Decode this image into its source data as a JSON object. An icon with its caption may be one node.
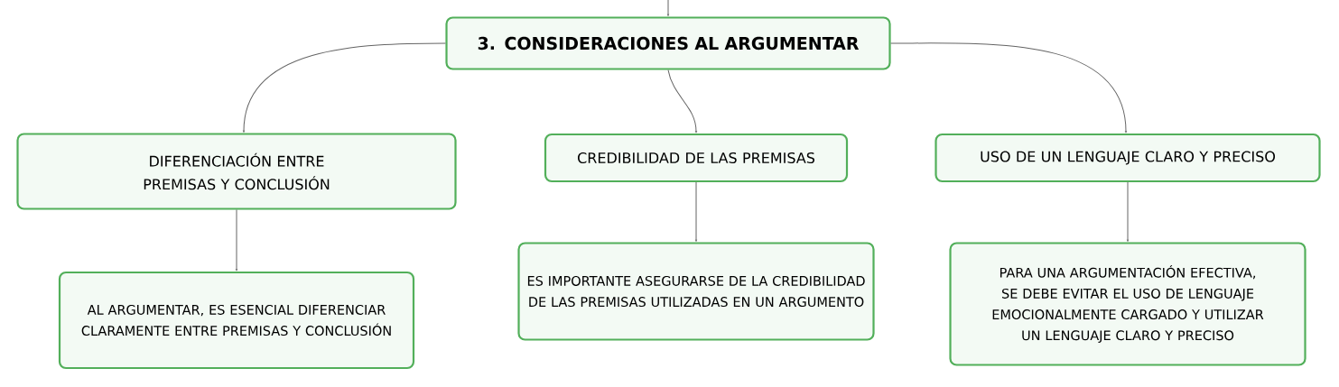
{
  "diagram": {
    "nodes": [
      {
        "text": [
          "3. CONSIDERACIONES AL ARGUMENTAR"
        ]
      },
      {
        "text": [
          "DIFERENCIACIÓN ENTRE PREMISAS Y CONCLUSIÓN"
        ]
      },
      {
        "text": [
          "CREDIBILIDAD DE LAS PREMISAS"
        ]
      },
      {
        "text": [
          "USO DE UN LENGUAJE CLARO Y PRECISO"
        ]
      },
      {
        "text": [
          "AL ARGUMENTAR, ES ESENCIAL DIFERENCIAR CLARAMENTE ENTRE PREMISAS Y CONCLUSIÓN"
        ]
      },
      {
        "text": [
          "ES IMPORTANTE ASEGURARSE DE LA CREDIBILIDAD DE LAS PREMISAS UTILIZADAS EN UN ARGUMENTO"
        ]
      },
      {
        "text": [
          "PARA UNA ARGUMENTACIÓN EFECTIVA, SE DEBE EVITAR EL USO DE LENGUAJE EMOCIONALMENTE CARGADO Y UTILIZAR UN LENGUAJE CLARO Y PRECISO"
        ]
      }
    ],
    "edges": [
      {
        "from": null,
        "to": 0,
        "arrow": "to"
      },
      {
        "from": 0,
        "to": 1,
        "arrow": "to"
      },
      {
        "from": 0,
        "to": 2,
        "arrow": "to"
      },
      {
        "from": 0,
        "to": 3,
        "arrow": "to"
      },
      {
        "from": 1,
        "to": 4,
        "arrow": "to"
      },
      {
        "from": 2,
        "to": 5,
        "arrow": "to"
      },
      {
        "from": 3,
        "to": 6,
        "arrow": "to"
      }
    ]
  }
}
